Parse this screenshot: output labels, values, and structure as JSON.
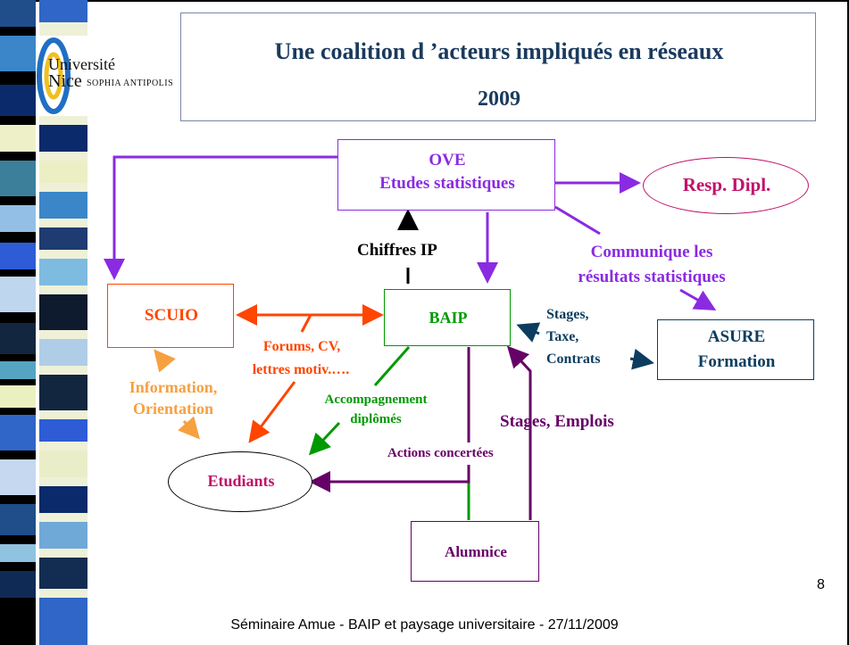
{
  "logo": {
    "line1": "Université",
    "line2": "Nice",
    "line3": "SOPHIA ANTIPOLIS"
  },
  "title": {
    "line1": "Une coalition d ’acteurs impliqués en réseaux",
    "line2": "2009"
  },
  "nodes": {
    "ove": {
      "line1": "OVE",
      "line2": "Etudes statistiques"
    },
    "resp": "Resp. Dipl.",
    "scuio": "SCUIO",
    "baip": "BAIP",
    "asure": {
      "line1": "ASURE",
      "line2": "Formation"
    },
    "etudiants": "Etudiants",
    "alumnice": "Alumnice"
  },
  "labels": {
    "chiffres": "Chiffres IP",
    "communique1": "Communique les",
    "communique2": "résultats statistiques",
    "stages1": "Stages,",
    "stages2": "Taxe,",
    "stages3": "Contrats",
    "forums1": "Forums, CV,",
    "forums2": "lettres motiv.….",
    "info1": "Information,",
    "info2": "Orientation",
    "accomp1": "Accompagnement",
    "accomp2": "diplômés",
    "stagesEmplois": "Stages, Emplois",
    "actions": "Actions concertées"
  },
  "colors": {
    "purple": "#8a2be2",
    "orange": "#ff4500",
    "green": "#009900",
    "darkpurple": "#660066",
    "navy": "#0c3d5f",
    "magenta": "#c0126a",
    "lightorange": "#f7a040"
  },
  "footer": "Séminaire Amue  - BAIP et paysage universitaire - 27/11/2009",
  "page_number": "8"
}
